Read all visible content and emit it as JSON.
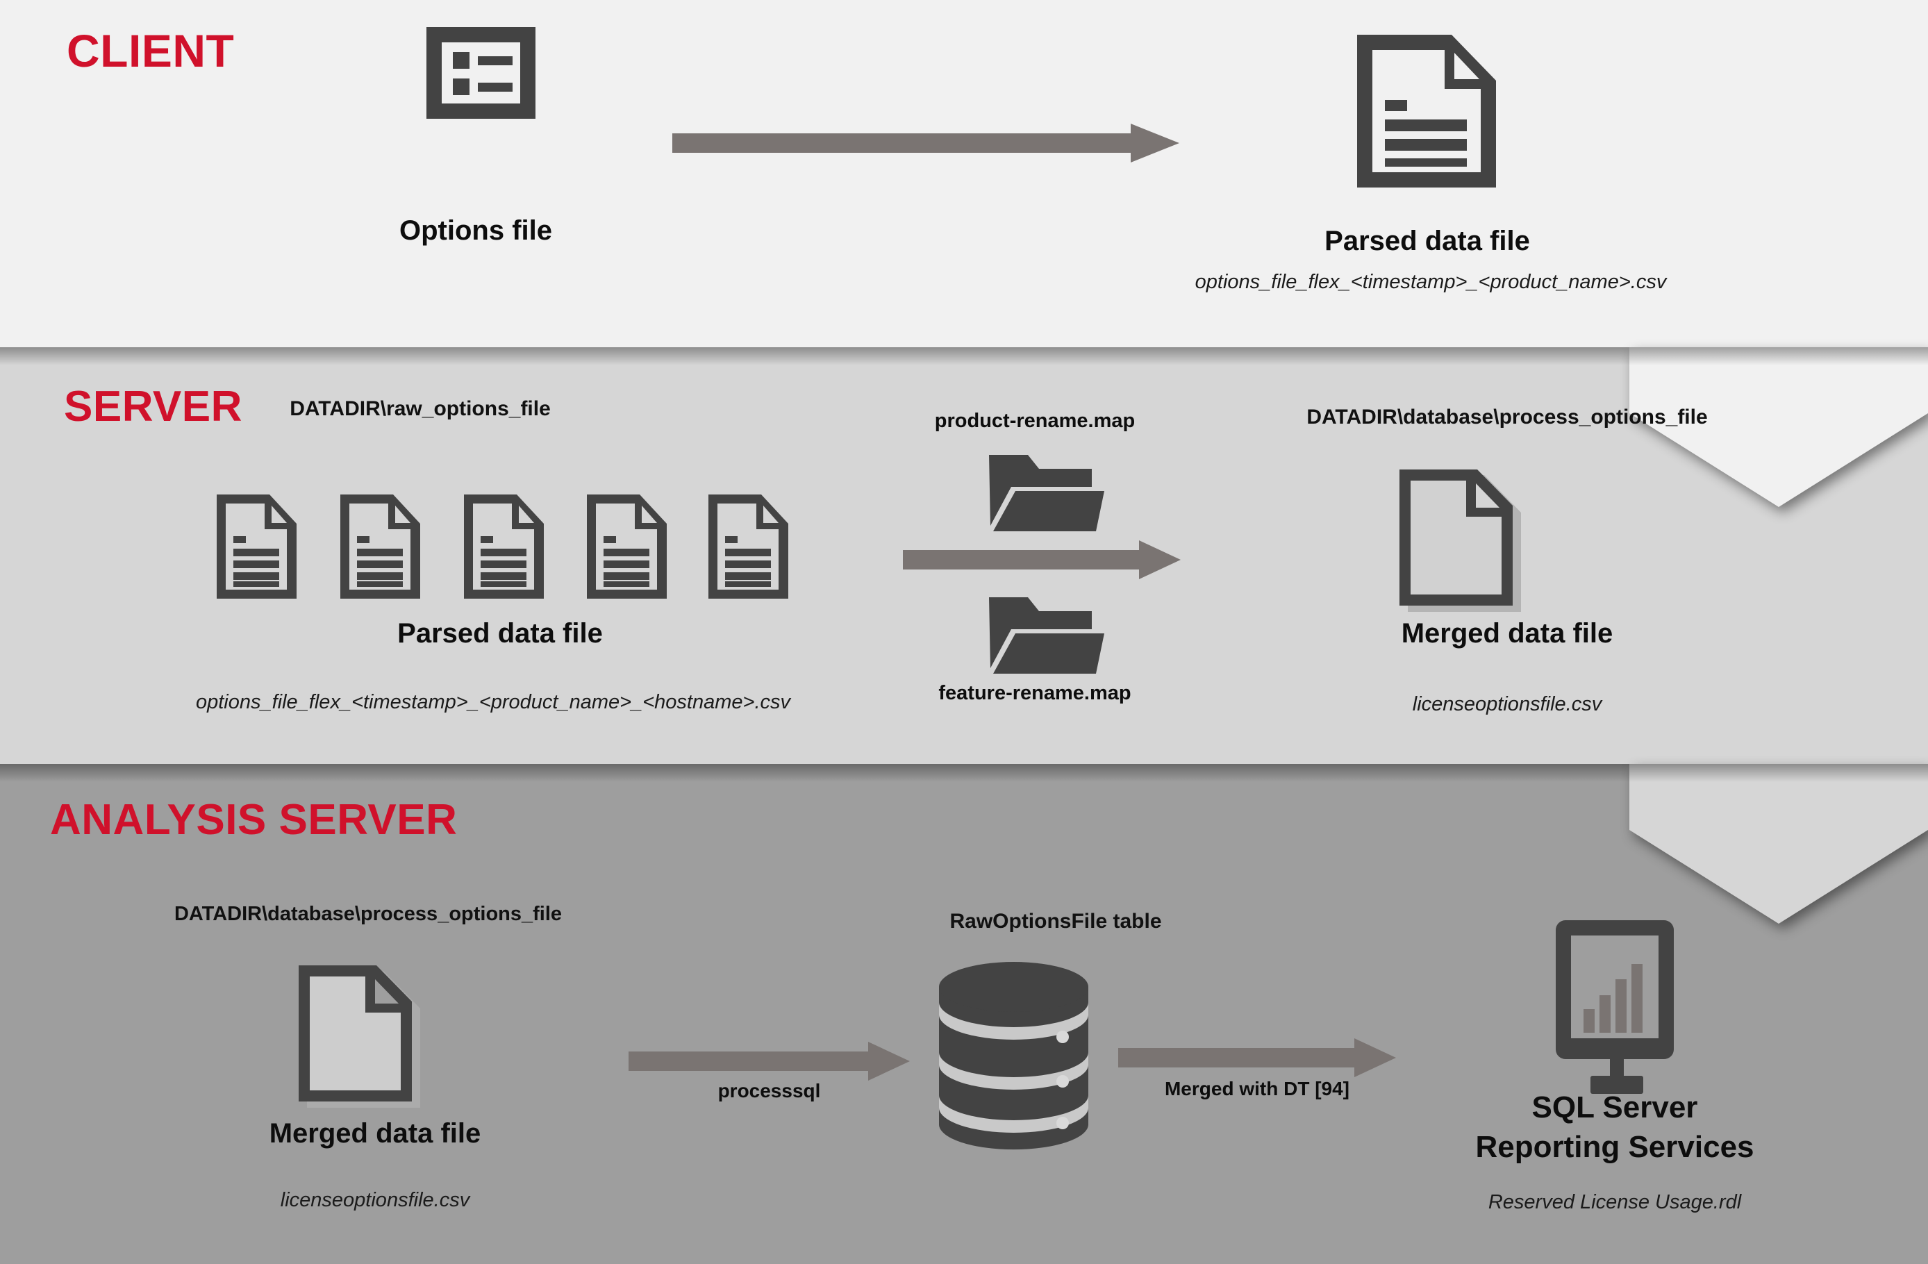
{
  "palette": {
    "accent_red": "#d0112b",
    "client_band": "#f1f1f1",
    "server_band": "#d6d6d6",
    "analysis_band": "#9e9e9e",
    "icon_dark": "#434343",
    "arrow_gray": "#7a7472",
    "text_black": "#0d0d0d"
  },
  "sections": {
    "client": {
      "label": "CLIENT"
    },
    "server": {
      "label": "SERVER"
    },
    "analysis": {
      "label": "ANALYSIS SERVER"
    }
  },
  "client": {
    "options_file": {
      "title": "Options file",
      "icon": "checklist-icon"
    },
    "arrow": {
      "icon": "arrow-right-icon"
    },
    "parsed_data_file": {
      "title": "Parsed data file",
      "filename": "options_file_flex_<timestamp>_<product_name>.csv",
      "icon": "document-icon"
    }
  },
  "server": {
    "raw_options_path": "DATADIR\\raw_options_file",
    "parsed_data_file": {
      "title": "Parsed data file",
      "filename": "options_file_flex_<timestamp>_<product_name>_<hostname>.csv",
      "icon": "document-icon",
      "count": 5
    },
    "product_rename_map": {
      "label": "product-rename.map",
      "icon": "folder-open-icon"
    },
    "feature_rename_map": {
      "label": "feature-rename.map",
      "icon": "folder-open-icon"
    },
    "arrow": {
      "icon": "arrow-right-icon"
    },
    "process_options_path": "DATADIR\\database\\process_options_file",
    "merged_data_file": {
      "title": "Merged data file",
      "filename": "licenseoptionsfile.csv",
      "icon": "document-outline-icon"
    }
  },
  "analysis": {
    "process_options_path": "DATADIR\\database\\process_options_file",
    "merged_data_file": {
      "title": "Merged data file",
      "filename": "licenseoptionsfile.csv",
      "icon": "document-outline-icon"
    },
    "arrow_processsql": {
      "label": "processsql",
      "icon": "arrow-right-icon"
    },
    "raw_options_table": {
      "title": "RawOptionsFile table",
      "icon": "database-cylinder-icon"
    },
    "arrow_merged_dt": {
      "label": "Merged with DT [94]",
      "icon": "arrow-right-icon"
    },
    "reporting": {
      "title_line1": "SQL Server",
      "title_line2": "Reporting Services",
      "filename": "Reserved License Usage.rdl",
      "icon": "monitor-chart-icon"
    }
  }
}
